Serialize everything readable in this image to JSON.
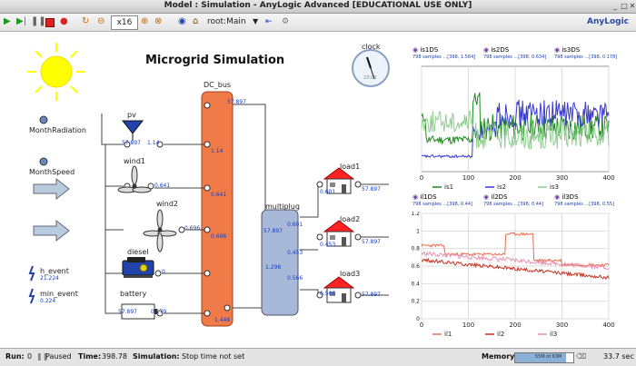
{
  "window": {
    "title": "Model : Simulation - AnyLogic Advanced [EDUCATIONAL USE ONLY]"
  },
  "toolbar": {
    "speed": "x16",
    "root": "root:Main",
    "brand": "AnyLogic"
  },
  "model": {
    "title": "Microgrid Simulation",
    "clock_label": "clock",
    "clock_time": "23:03",
    "dc_bus": "DC_bus",
    "multiplug": "multiplug",
    "month_radiation": "MonthRadiation",
    "month_speed": "MonthSpeed",
    "pv": "pv",
    "wind1": "wind1",
    "wind2": "wind2",
    "diesel": "diesel",
    "battery": "battery",
    "h_event": "h_event",
    "h_event_val": "21.224",
    "min_event": "min_event",
    "min_event_val": "0.224",
    "load1": "load1",
    "load2": "load2",
    "load3": "load3",
    "vals": {
      "pv_u": "57.897",
      "pv_i": "1.14",
      "wind1_i": "0.641",
      "wind2_i": "0.696",
      "bus1": "57.897",
      "bus2": "1.14",
      "bus3": "0.641",
      "bus4": "0.696",
      "diesel_i": "0",
      "bat_u": "57.897",
      "bat_i": "0.179",
      "bus_bot": "1.448",
      "mp_v": "57.897",
      "mp_i": "1.298",
      "mp1": "0.601",
      "mp2": "0.453",
      "mp3": "0.566",
      "l1_i": "0.601",
      "l1_v": "57.897",
      "l2_i": "0.453",
      "l2_v": "57.897",
      "l3_i": "0.566",
      "l3_v": "57.897"
    }
  },
  "plots": {
    "top": {
      "ds": [
        {
          "name": "is1DS",
          "info": "798 samples ...[398, 1.584]"
        },
        {
          "name": "is2DS",
          "info": "798 samples ...[398, 0.634]"
        },
        {
          "name": "is3DS",
          "info": "798 samples ...[398, 0.178]"
        }
      ],
      "legend": [
        "is1",
        "is2",
        "is3"
      ]
    },
    "bottom": {
      "ds": [
        {
          "name": "il1DS",
          "info": "798 samples ...[398, 0.44]"
        },
        {
          "name": "il2DS",
          "info": "798 samples ...[398, 0.44]"
        },
        {
          "name": "il3DS",
          "info": "798 samples ...[398, 0.55]"
        }
      ],
      "legend": [
        "il1",
        "il2",
        "il3"
      ]
    }
  },
  "chart_data": [
    {
      "type": "line",
      "xlim": [
        0,
        400
      ],
      "ylim": [
        -0.2,
        1.7
      ],
      "xticks": [
        0,
        100,
        200,
        300,
        400
      ],
      "yticks": [],
      "series": [
        {
          "name": "is1",
          "color": "#1e8a1e"
        },
        {
          "name": "is2",
          "color": "#3a3ad0"
        },
        {
          "name": "is3",
          "color": "#8fcf8f"
        }
      ]
    },
    {
      "type": "line",
      "xlim": [
        0,
        400
      ],
      "ylim": [
        0,
        1.2
      ],
      "xticks": [
        0,
        100,
        200,
        300,
        400
      ],
      "yticks": [
        0,
        0.2,
        0.4,
        0.6,
        0.8,
        1,
        1.2
      ],
      "series": [
        {
          "name": "il1",
          "color": "#e87050"
        },
        {
          "name": "il2",
          "color": "#c83020"
        },
        {
          "name": "il3",
          "color": "#e890b0"
        }
      ]
    }
  ],
  "status": {
    "run_label": "Run:",
    "run": "0",
    "state": "Paused",
    "time_label": "Time:",
    "time": "398.78",
    "sim_label": "Simulation:",
    "sim": "Stop time not set",
    "mem_label": "Memory:",
    "mem": "55M of 63M",
    "sec": "33.7 sec"
  }
}
